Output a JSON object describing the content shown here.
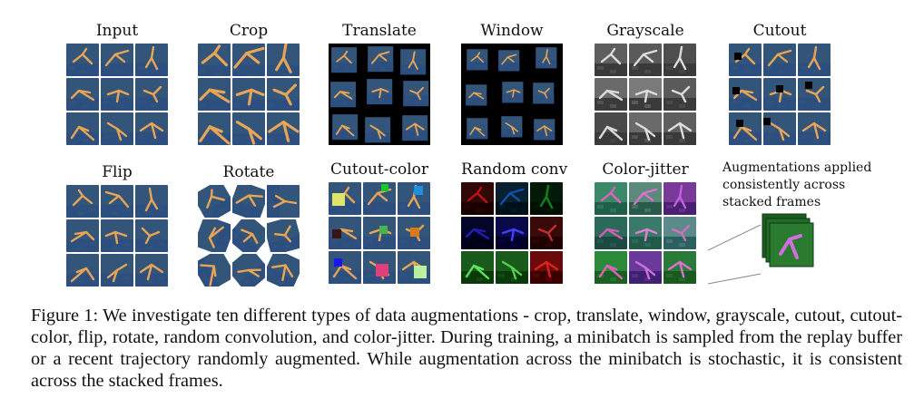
{
  "panels": [
    {
      "id": "input",
      "label": "Input"
    },
    {
      "id": "crop",
      "label": "Crop"
    },
    {
      "id": "translate",
      "label": "Translate"
    },
    {
      "id": "window",
      "label": "Window"
    },
    {
      "id": "grayscale",
      "label": "Grayscale"
    },
    {
      "id": "cutout",
      "label": "Cutout"
    },
    {
      "id": "flip",
      "label": "Flip"
    },
    {
      "id": "rotate",
      "label": "Rotate"
    },
    {
      "id": "cutout-color",
      "label": "Cutout-color"
    },
    {
      "id": "random-conv",
      "label": "Random conv"
    },
    {
      "id": "color-jitter",
      "label": "Color-jitter"
    }
  ],
  "stack": {
    "label": "Augmentations applied consistently across stacked frames"
  },
  "colors": {
    "sky": "#33557a",
    "floor": "#2c4f80",
    "body": "#e8a556",
    "cutout_colors": [
      "#dfe46a",
      "#18c826",
      "#1e90e0",
      "#3a1414",
      "#4db44d",
      "#d87a1a",
      "#1818e8",
      "#e0407a",
      "#b8f0a0"
    ]
  },
  "caption": "Figure 1: We investigate ten different types of data augmentations - crop, translate, window, grayscale, cutout, cutout-color, flip, rotate, random convolution, and color-jitter. During training, a minibatch is sampled from the replay buffer or a recent trajectory randomly augmented. While augmentation across the minibatch is stochastic, it is consistent across the stacked frames."
}
